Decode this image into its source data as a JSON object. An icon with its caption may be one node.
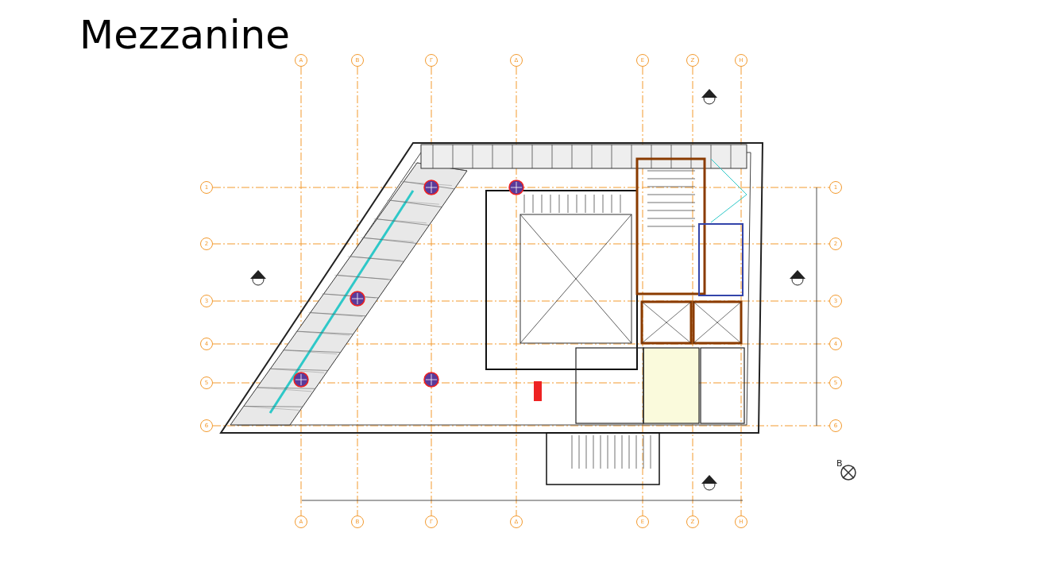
{
  "diagram": {
    "title": "Mezzanine",
    "labels": [
      "Α",
      "Β",
      "Γ",
      "Δ",
      "Ε",
      "Ζ",
      "Η",
      "1",
      "1",
      "2",
      "2",
      "3",
      "3",
      "4",
      "4",
      "5",
      "5",
      "6",
      "6",
      "Α",
      "Β",
      "Γ",
      "Δ",
      "Ε",
      "Ζ",
      "Η",
      "B"
    ]
  }
}
